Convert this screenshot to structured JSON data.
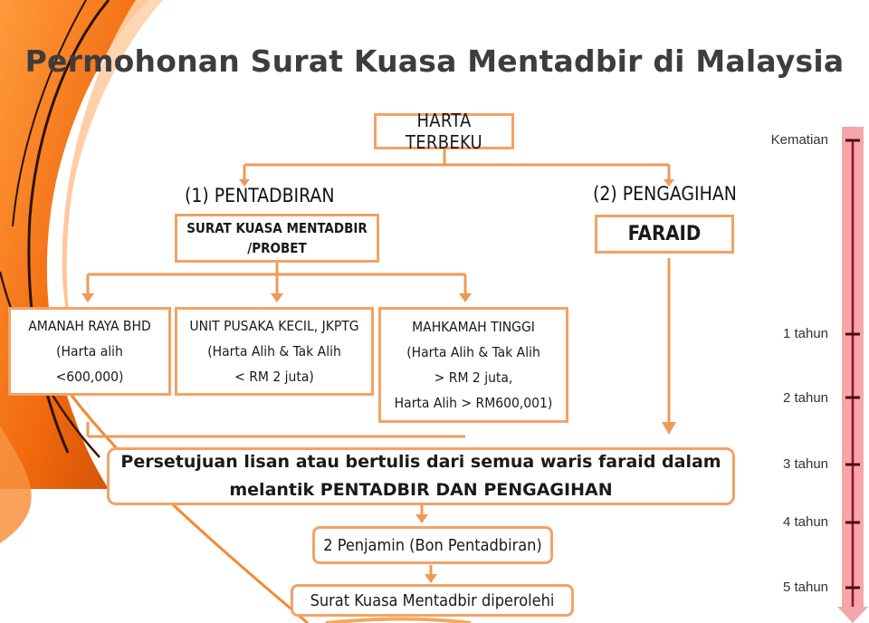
{
  "title": "Permohonan Surat Kuasa Mentadbir di Malaysia",
  "nodes": {
    "harta_terbeku": "HARTA TERBEKU",
    "pentadbiran_label": "(1) PENTADBIRAN",
    "pengagihan_label": "(2) PENGAGIHAN",
    "skm_probet": [
      "SURAT KUASA MENTADBIR",
      "/PROBET"
    ],
    "faraid": "FARAID",
    "amanah_raya": [
      "AMANAH RAYA BHD",
      "(Harta alih",
      "<600,000)"
    ],
    "unit_pusaka": [
      "UNIT PUSAKA KECIL, JKPTG",
      "(Harta Alih & Tak Alih",
      "< RM 2 juta)"
    ],
    "mahkamah_tinggi": [
      "MAHKAMAH TINGGI",
      "(Harta Alih & Tak Alih",
      "> RM 2 juta,",
      "Harta Alih > RM600,001)"
    ],
    "persetujuan": [
      "Persetujuan lisan atau  bertulis dari semua waris faraid dalam",
      "melantik PENTADBIR DAN PENGAGIHAN"
    ],
    "penjamin": "2 Penjamin (Bon Pentadbiran)",
    "diperolehi": "Surat Kuasa Mentadbir  diperolehi"
  },
  "timeline": {
    "labels": [
      "Kematian",
      "1 tahun",
      "2 tahun",
      "3 tahun",
      "4 tahun",
      "5 tahun"
    ],
    "colors": {
      "bar": "#f6a5a9",
      "line": "#8e1320",
      "arrow": "#f2a7ab"
    }
  },
  "colors": {
    "box_border": "#f3a266",
    "connector": "#ee9a55",
    "accent_orange": "#f07a14",
    "title": "#3d3d3d"
  }
}
